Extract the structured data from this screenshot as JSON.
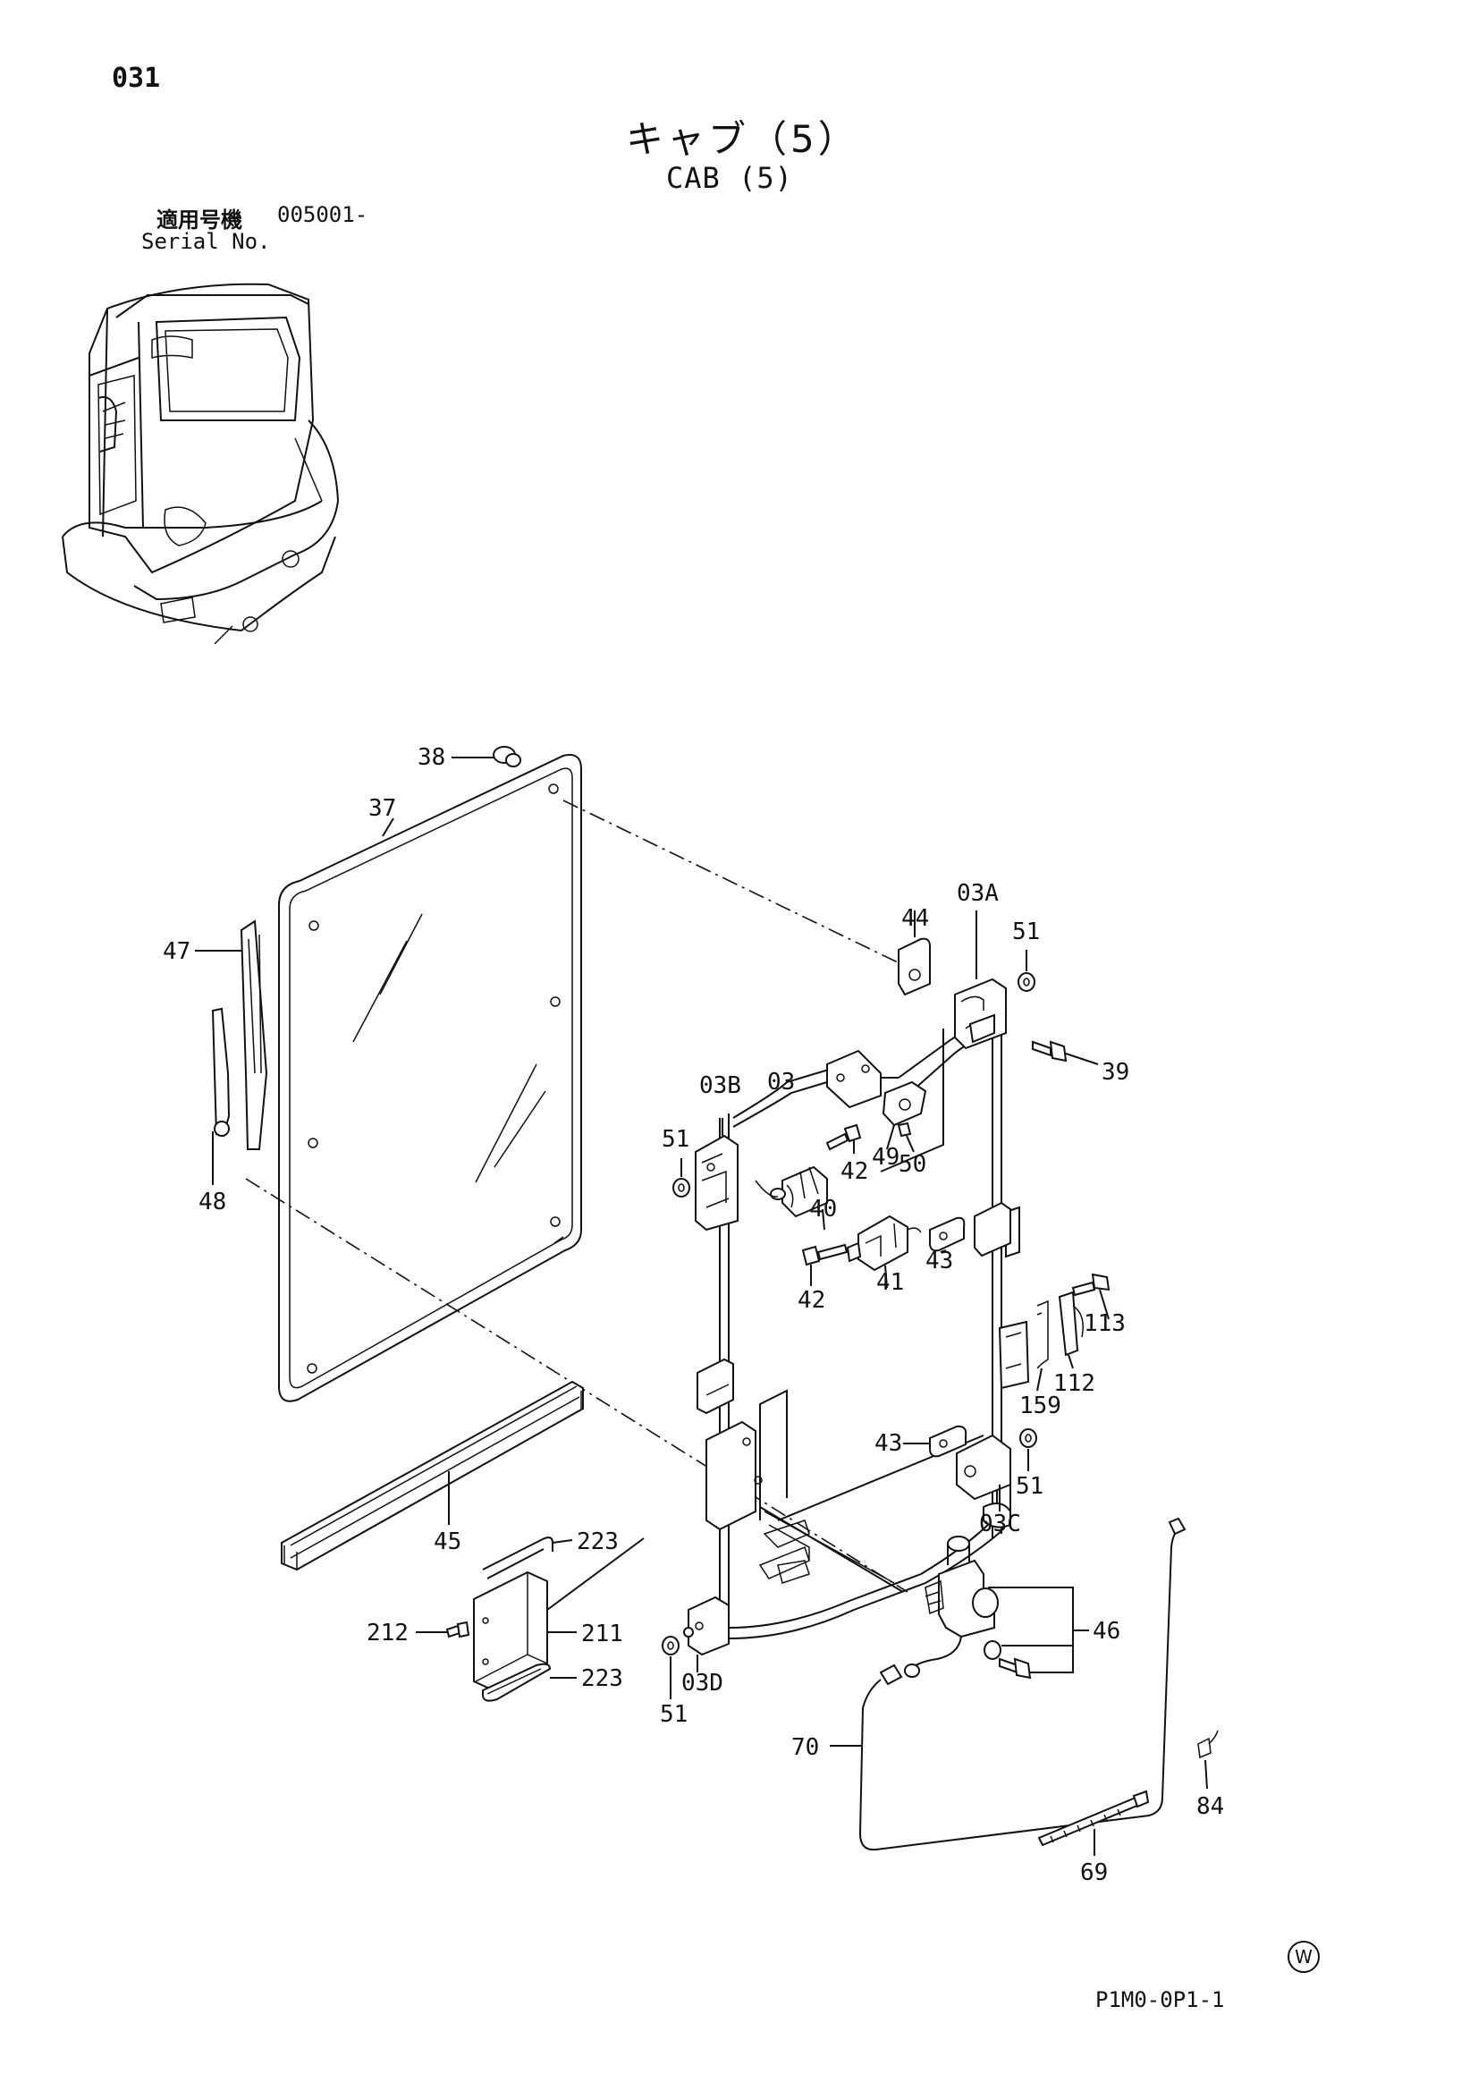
{
  "header": {
    "page_number": "031",
    "title_jp": "キャブ（5）",
    "title_en": "CAB (5)",
    "serial_label_jp": "適用号機",
    "serial_value": "005001-",
    "serial_label_en": "Serial No."
  },
  "callouts": [
    {
      "id": "c38",
      "label": "38"
    },
    {
      "id": "c37",
      "label": "37"
    },
    {
      "id": "c47",
      "label": "47"
    },
    {
      "id": "c48",
      "label": "48"
    },
    {
      "id": "c44",
      "label": "44"
    },
    {
      "id": "c03A",
      "label": "03A"
    },
    {
      "id": "c51a",
      "label": "51"
    },
    {
      "id": "c39",
      "label": "39"
    },
    {
      "id": "c03B",
      "label": "03B"
    },
    {
      "id": "c03",
      "label": "03"
    },
    {
      "id": "c51b",
      "label": "51"
    },
    {
      "id": "c42a",
      "label": "42"
    },
    {
      "id": "c49",
      "label": "49"
    },
    {
      "id": "c50",
      "label": "50"
    },
    {
      "id": "c40",
      "label": "40"
    },
    {
      "id": "c42b",
      "label": "42"
    },
    {
      "id": "c41",
      "label": "41"
    },
    {
      "id": "c43a",
      "label": "43"
    },
    {
      "id": "c113",
      "label": "113"
    },
    {
      "id": "c112",
      "label": "112"
    },
    {
      "id": "c159",
      "label": "159"
    },
    {
      "id": "c43b",
      "label": "43"
    },
    {
      "id": "c51c",
      "label": "51"
    },
    {
      "id": "c03C",
      "label": "03C"
    },
    {
      "id": "c45",
      "label": "45"
    },
    {
      "id": "c223a",
      "label": "223"
    },
    {
      "id": "c212",
      "label": "212"
    },
    {
      "id": "c211",
      "label": "211"
    },
    {
      "id": "c223b",
      "label": "223"
    },
    {
      "id": "c03D",
      "label": "03D"
    },
    {
      "id": "c51d",
      "label": "51"
    },
    {
      "id": "c46",
      "label": "46"
    },
    {
      "id": "c70",
      "label": "70"
    },
    {
      "id": "c84",
      "label": "84"
    },
    {
      "id": "c69",
      "label": "69"
    }
  ],
  "footer": {
    "mark": "W",
    "drawing_code": "P1M0-0P1-1"
  }
}
